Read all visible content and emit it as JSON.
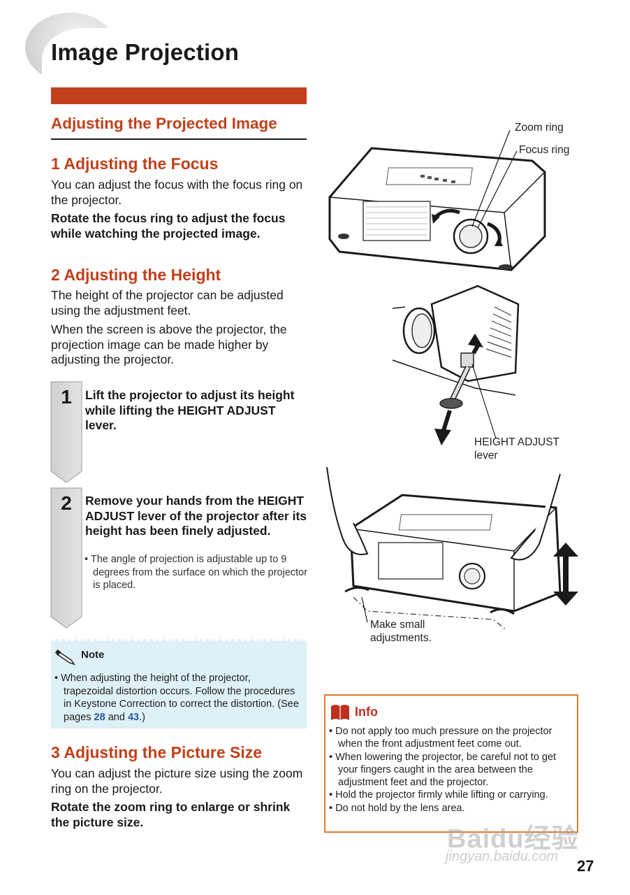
{
  "page": {
    "title": "Image Projection",
    "section_title": "Adjusting the Projected Image",
    "page_number": "27"
  },
  "focus": {
    "heading": "1 Adjusting the Focus",
    "intro": "You can adjust the focus with the focus ring on the projector.",
    "instruction": "Rotate the focus ring to adjust the focus while watching the projected image."
  },
  "height": {
    "heading": "2 Adjusting the Height",
    "intro1": "The height of the projector can be adjusted using the adjustment feet.",
    "intro2": "When the screen is above the projector, the projection image can be made higher by adjusting the projector.",
    "steps": [
      {
        "number": "1",
        "text": "Lift the projector to adjust its height while lifting the HEIGHT ADJUST lever."
      },
      {
        "number": "2",
        "text": "Remove your hands from the HEIGHT ADJUST lever of the projector after its height has been finely adjusted.",
        "bullet": "• The angle of projection is adjustable up to 9 degrees from the surface on which the projector is placed."
      }
    ]
  },
  "note": {
    "title": "Note",
    "text_before": "• When adjusting the height of the projector, trapezoidal distortion occurs. Follow the procedures in Keystone Correction to correct the distortion. (See pages ",
    "link1": "28",
    "and": " and ",
    "link2": "43",
    "text_after": ".)"
  },
  "picture_size": {
    "heading": "3 Adjusting the Picture Size",
    "intro": "You can adjust the picture size using the zoom ring on the projector.",
    "instruction": "Rotate the zoom ring to enlarge or shrink the picture size."
  },
  "figure_labels": {
    "zoom_ring": "Zoom ring",
    "focus_ring": "Focus ring",
    "height_adjust_lever": "HEIGHT ADJUST lever",
    "make_small_adjustments": "Make small adjustments."
  },
  "info": {
    "title": "Info",
    "items": [
      "• Do not apply too much pressure on the projector when the front adjustment feet come out.",
      "• When lowering the projector, be careful not to get your fingers caught in the area between the adjustment feet and the projector.",
      "• Hold the projector firmly while lifting or carrying.",
      "• Do not hold by the lens area."
    ]
  },
  "watermark": {
    "brand": "Baidu经验",
    "url": "jingyan.baidu.com"
  },
  "colors": {
    "accent": "#c0401a",
    "note_bg": "#def0f8",
    "info_border": "#e07a30",
    "link": "#2a55a0"
  }
}
